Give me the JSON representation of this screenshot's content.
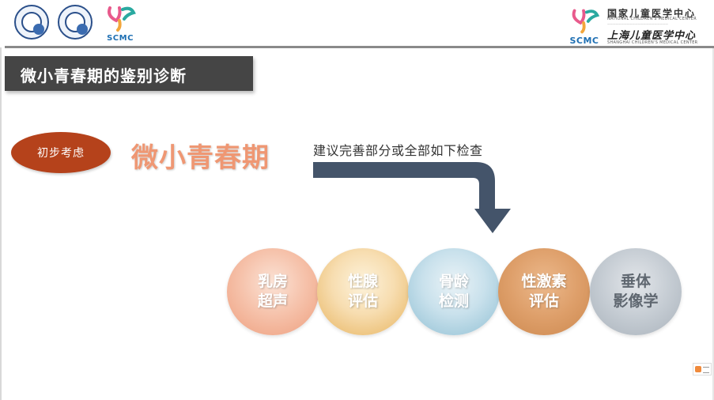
{
  "header": {
    "logos": [
      "university-seal-icon",
      "hospital-seal-icon"
    ],
    "scmc_logo_text": "SCMC",
    "institution": {
      "name_cn": "国家儿童医学中心",
      "name_en": "NATIONAL CHILDREN'S MEDICAL CENTER",
      "sub_name_cn": "上海儿童医学中心",
      "sub_name_en": "SHANGHAI CHILDREN'S MEDICAL CENTER"
    }
  },
  "slide": {
    "title": "微小青春期的鉴别诊断",
    "step_label": "初步考虑",
    "term": "微小青春期",
    "suggestion": "建议完善部分或全部如下检查",
    "exams": [
      {
        "line1": "乳房",
        "line2": "超声",
        "color": "#ee9e7d"
      },
      {
        "line1": "性腺",
        "line2": "评估",
        "color": "#e7b35d"
      },
      {
        "line1": "骨龄",
        "line2": "检测",
        "color": "#8fbfd3"
      },
      {
        "line1": "性激素",
        "line2": "评估",
        "color": "#cc884e"
      },
      {
        "line1": "垂体",
        "line2": "影像学",
        "color": "#a9b2bb"
      }
    ]
  },
  "colors": {
    "title_bar": "#454545",
    "pill": "#b5421b",
    "term": "#ef9773",
    "arrow": "#44546a"
  }
}
